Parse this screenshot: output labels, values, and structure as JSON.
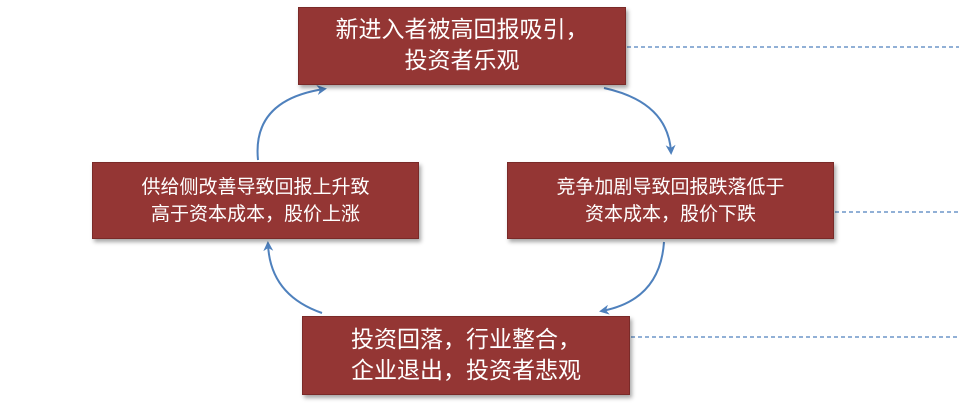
{
  "cycle": {
    "top": {
      "line1": "新进入者被高回报吸引，",
      "line2": "投资者乐观"
    },
    "right": {
      "line1": "竞争加剧导致回报跌落低于",
      "line2": "资本成本，股价下跌"
    },
    "bottom": {
      "line1": "投资回落，行业整合，",
      "line2": "企业退出，投资者悲观"
    },
    "left": {
      "line1": "供给侧改善导致回报上升致",
      "line2": "高于资本成本，股价上涨"
    }
  },
  "colors": {
    "box_fill": "#943634",
    "box_text": "#ffffff",
    "arrow": "#4f81bd",
    "dashed_line": "#4f81bd"
  }
}
